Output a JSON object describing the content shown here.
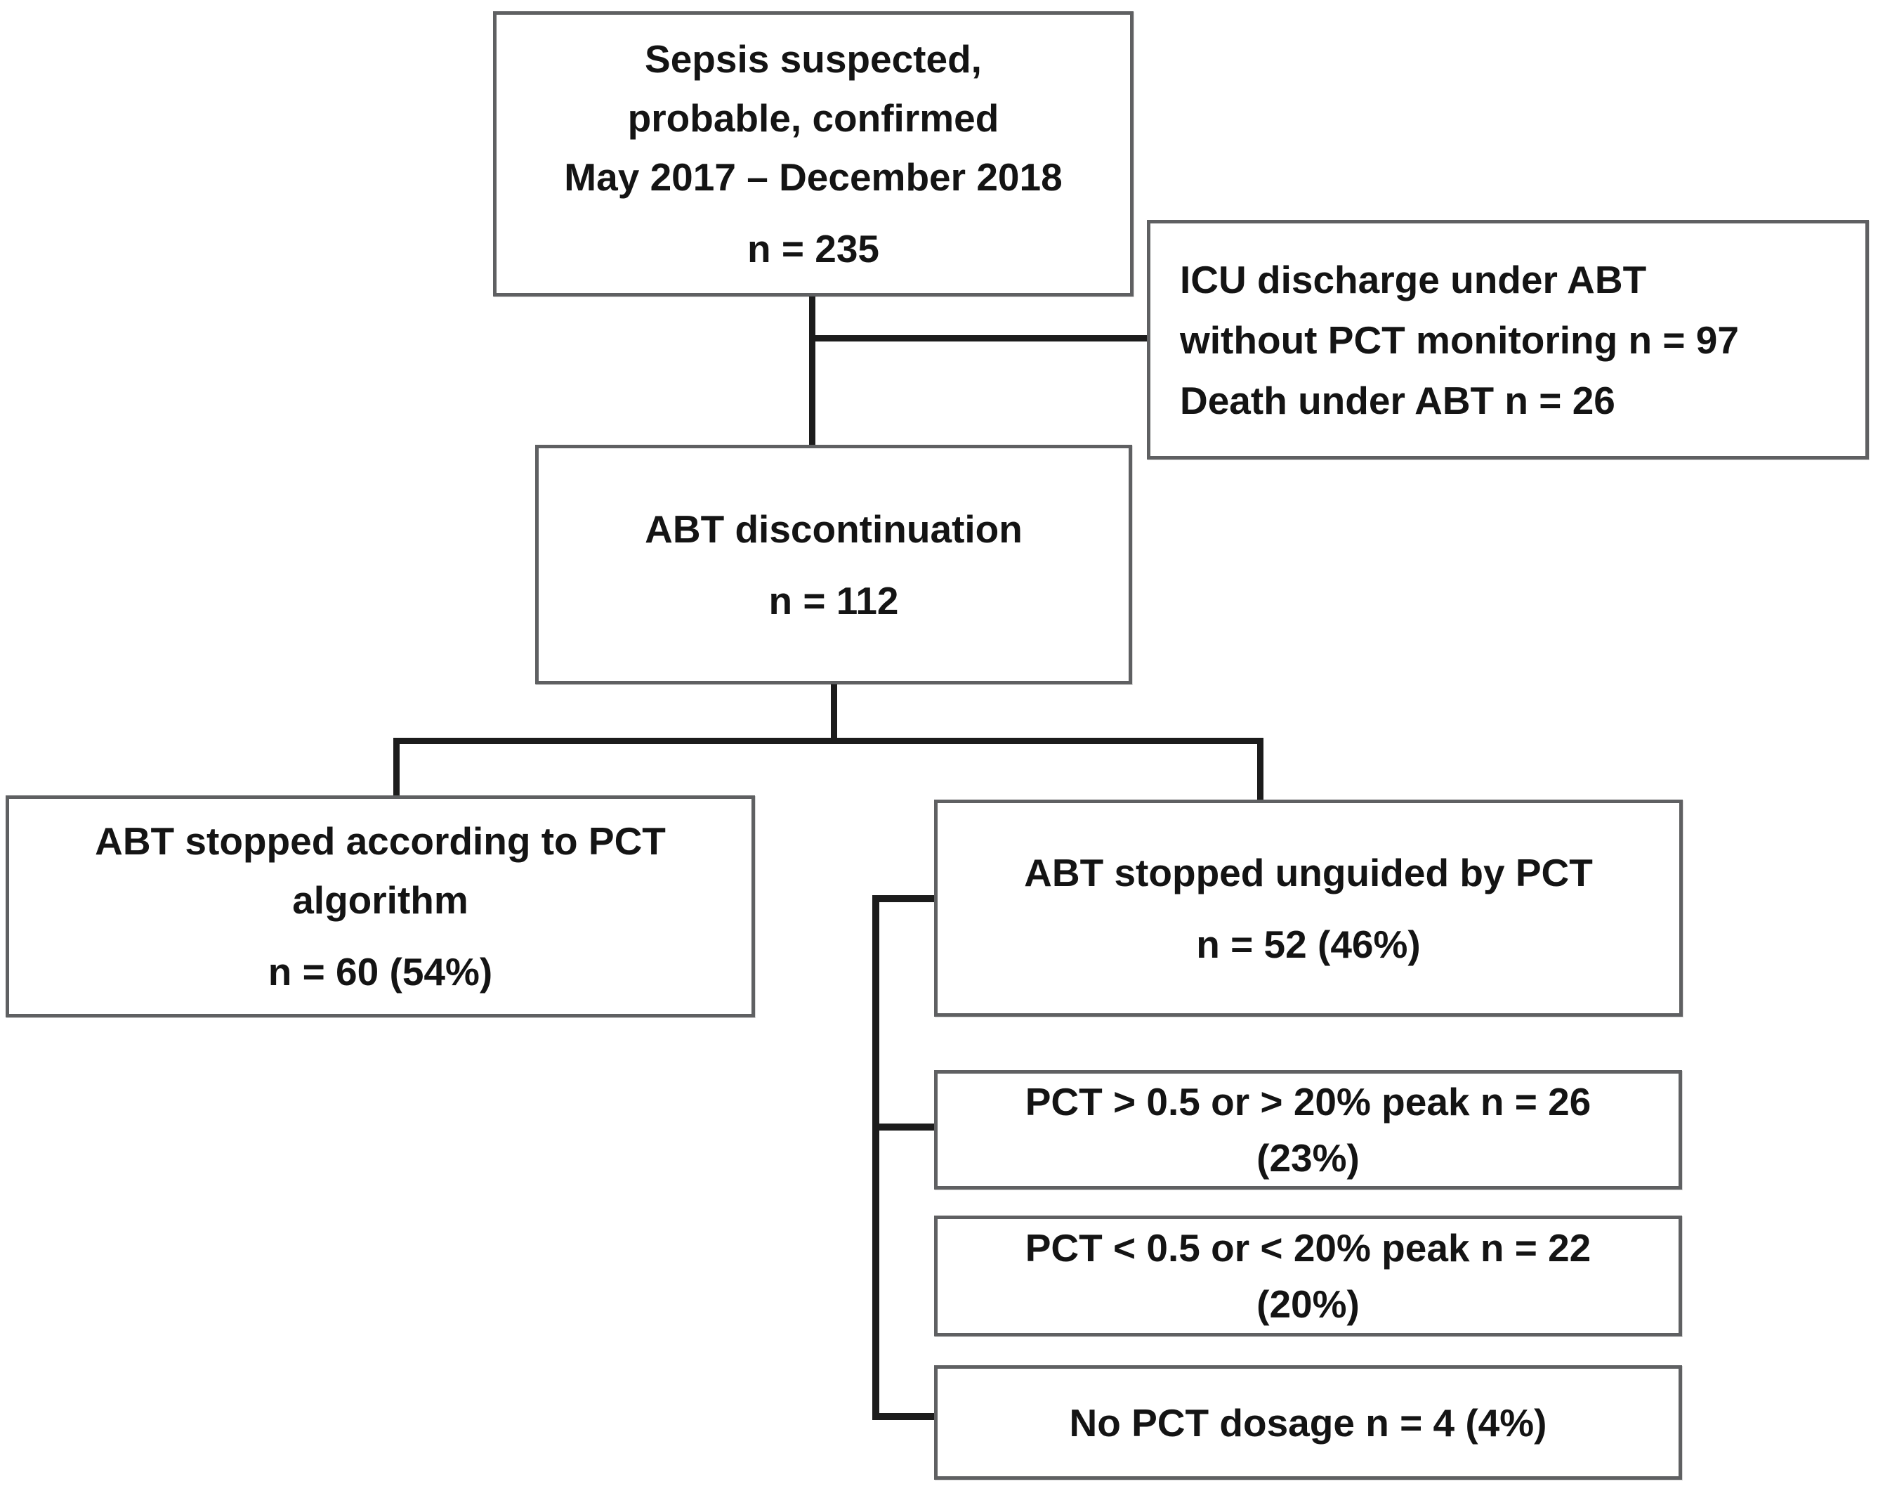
{
  "figure": {
    "type": "patient-flow-diagram",
    "colors": {
      "background": "#ffffff",
      "box_border": "#5f6062",
      "connector": "#1c1c1c",
      "text": "#141414"
    },
    "boxes": {
      "enrollment": {
        "lines": [
          "Sepsis suspected,",
          "probable, confirmed",
          "May 2017 – December 2018",
          "n = 235"
        ]
      },
      "exclusions": {
        "lines": [
          "ICU discharge under ABT",
          "without PCT monitoring n = 97",
          "Death under ABT n = 26"
        ]
      },
      "discontinuation": {
        "lines": [
          "ABT discontinuation",
          "n = 112"
        ]
      },
      "pct_guided": {
        "lines": [
          "ABT stopped according to PCT",
          "algorithm",
          "n = 60 (54%)"
        ]
      },
      "pct_unguided": {
        "lines": [
          "ABT stopped unguided by PCT",
          "n = 52 (46%)"
        ]
      },
      "pct_above_threshold": {
        "lines": [
          "PCT > 0.5 or > 20% peak n = 26",
          "(23%)"
        ]
      },
      "pct_below_threshold": {
        "lines": [
          "PCT < 0.5 or < 20% peak n = 22",
          "(20%)"
        ]
      },
      "no_pct_dosage": {
        "lines": [
          "No PCT dosage n = 4 (4%)"
        ]
      }
    }
  }
}
